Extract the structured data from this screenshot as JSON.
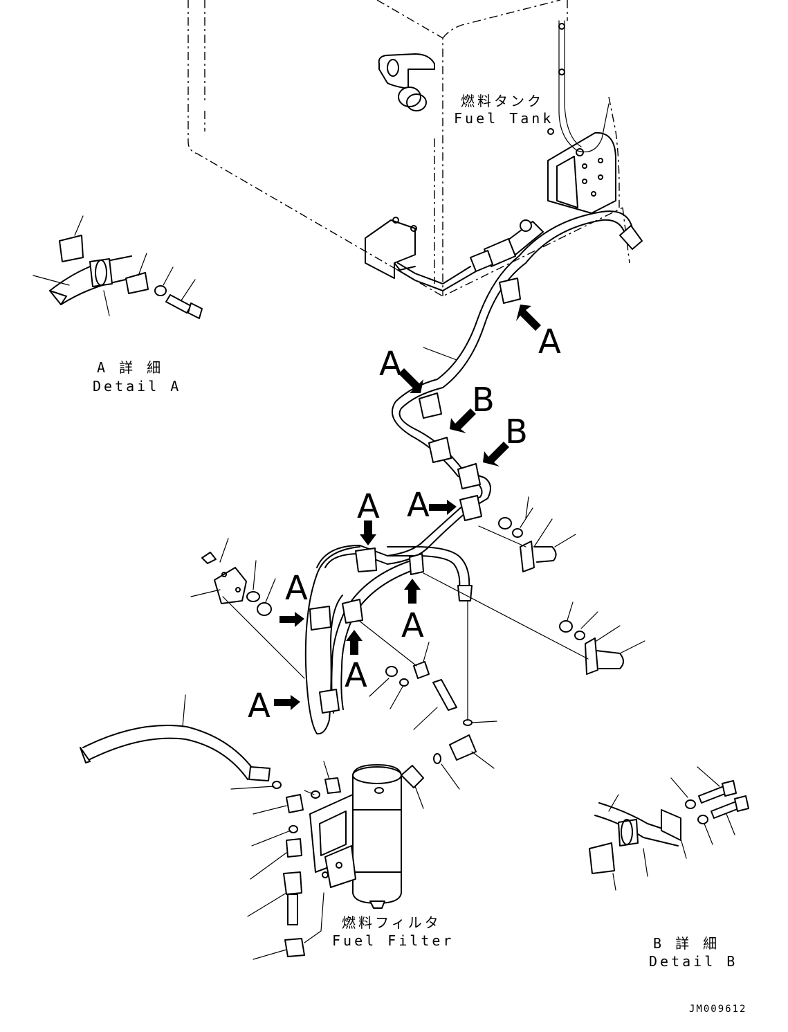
{
  "labels": {
    "fuel_tank_jp": "燃料タンク",
    "fuel_tank_en": "Fuel Tank",
    "fuel_filter_jp": "燃料フィルタ",
    "fuel_filter_en": "Fuel Filter",
    "detail_a_jp": "A 詳 細",
    "detail_a_en": "Detail A",
    "detail_b_jp": "B 詳 細",
    "detail_b_en": "Detail B",
    "drawing_code": "JM009612"
  },
  "view_markers": {
    "a": "A",
    "b": "B"
  }
}
